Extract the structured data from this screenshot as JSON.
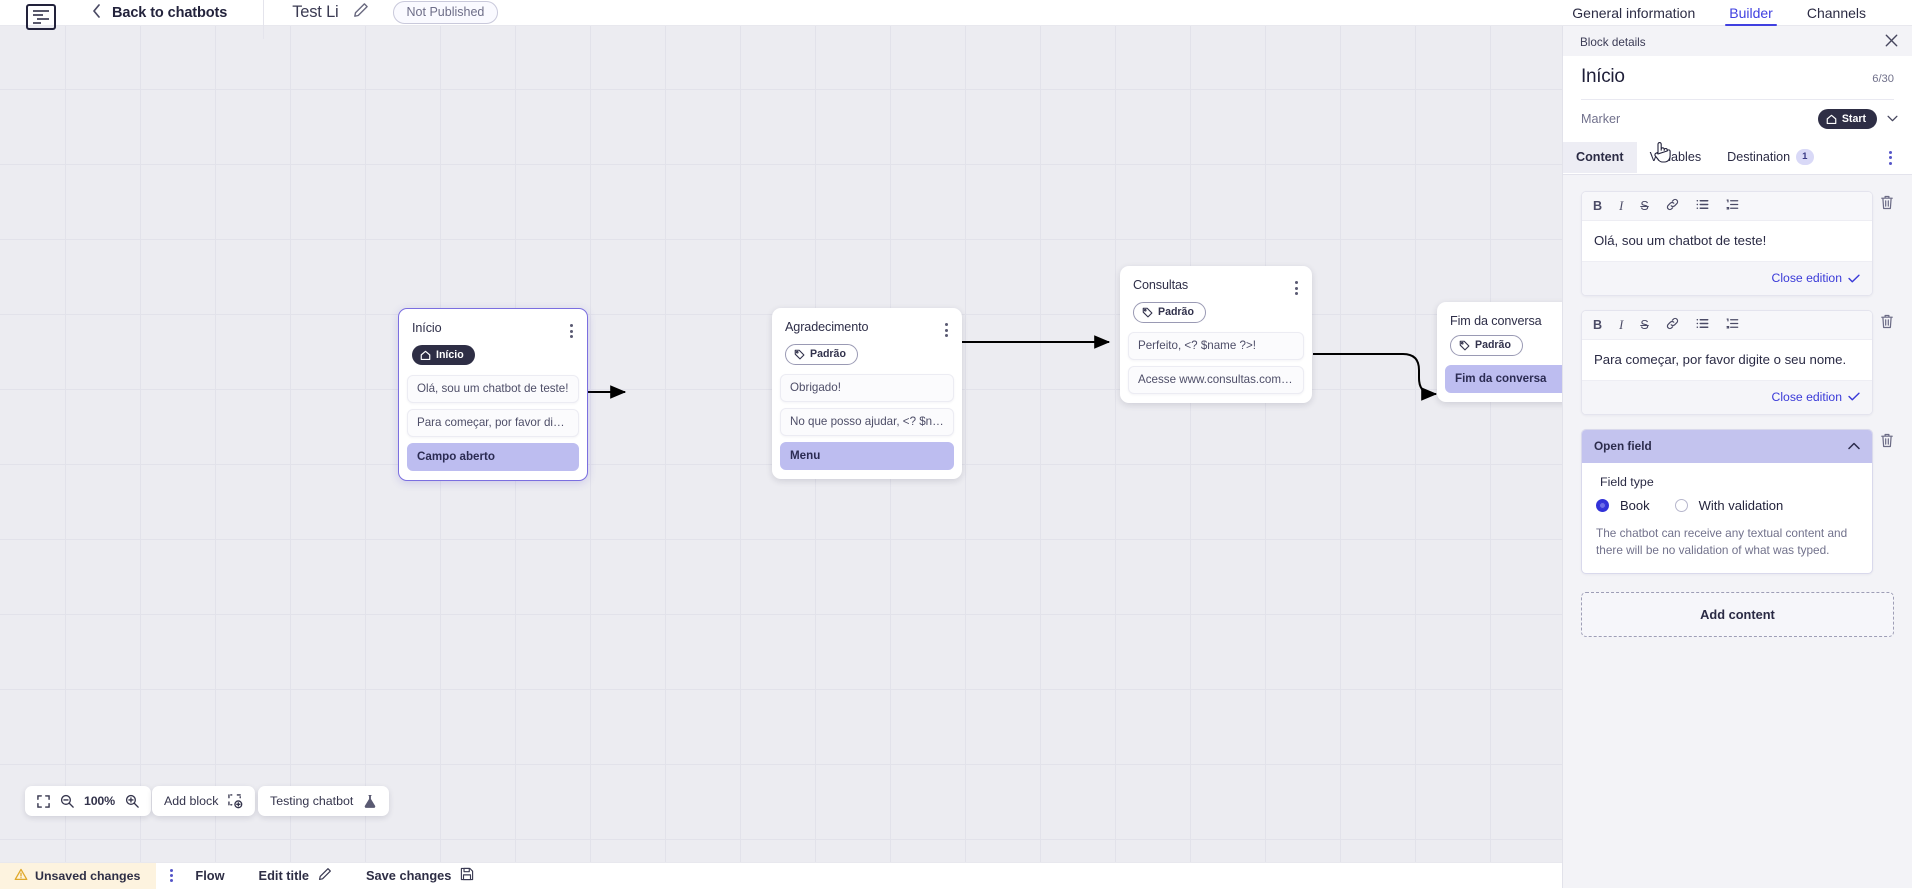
{
  "header": {
    "logo_icon": "platform-logo-icon",
    "back_chevron_icon": "chevron-left-icon",
    "back_label": "Back to chatbots",
    "bot_title": "Test Li",
    "edit_title_icon": "pencil-icon",
    "publish_status": "Not Published",
    "tabs": [
      {
        "label": "General information",
        "active": false
      },
      {
        "label": "Builder",
        "active": true
      },
      {
        "label": "Channels",
        "active": false
      }
    ]
  },
  "canvas": {
    "nodes": [
      {
        "id": "inicio",
        "title": "Início",
        "badge": {
          "label": "Início",
          "type": "start",
          "icon": "home-icon"
        },
        "selected": true,
        "messages": [
          {
            "text": "Olá, sou um chatbot de teste!",
            "highlighted": false
          },
          {
            "text": "Para começar, por favor digite o ...",
            "highlighted": false
          },
          {
            "text": "Campo aberto",
            "highlighted": true
          }
        ]
      },
      {
        "id": "agradecimento",
        "title": "Agradecimento",
        "badge": {
          "label": "Padrão",
          "type": "default",
          "icon": "tag-icon"
        },
        "selected": false,
        "messages": [
          {
            "text": "Obrigado!",
            "highlighted": false
          },
          {
            "text": "No que posso ajudar, <? $name ...",
            "highlighted": false
          },
          {
            "text": "Menu",
            "highlighted": true
          }
        ]
      },
      {
        "id": "consultas",
        "title": "Consultas",
        "badge": {
          "label": "Padrão",
          "type": "default",
          "icon": "tag-icon"
        },
        "selected": false,
        "messages": [
          {
            "text": "Perfeito, <? $name ?>!",
            "highlighted": false
          },
          {
            "text": "Acesse www.consultas.com par...",
            "highlighted": false
          }
        ]
      },
      {
        "id": "fim",
        "title": "Fim da conversa",
        "badge": {
          "label": "Padrão",
          "type": "default",
          "icon": "tag-icon"
        },
        "selected": false,
        "messages": [
          {
            "text": "Fim da conversa",
            "highlighted": true
          }
        ]
      }
    ],
    "toolbar": {
      "fit_icon": "fit-to-screen-icon",
      "zoom_out_icon": "zoom-out-icon",
      "zoom_level": "100%",
      "zoom_in_icon": "zoom-in-icon",
      "add_block_label": "Add block",
      "add_block_icon": "add-block-icon",
      "testing_label": "Testing chatbot",
      "testing_icon": "flask-icon"
    }
  },
  "statusbar": {
    "warning_icon": "warning-triangle-icon",
    "unsaved_label": "Unsaved changes",
    "kebab_icon": "kebab-menu-icon",
    "flow_label": "Flow",
    "edit_title_label": "Edit title",
    "edit_title_icon": "pencil-icon",
    "save_label": "Save changes",
    "save_icon": "save-disk-icon"
  },
  "panel": {
    "header_label": "Block details",
    "close_icon": "close-icon",
    "title": "Início",
    "counter": "6/30",
    "marker_label": "Marker",
    "marker_value": "Start",
    "marker_icon": "home-icon",
    "marker_chevron_icon": "chevron-down-icon",
    "tabs": [
      {
        "label": "Content",
        "active": true,
        "badge": ""
      },
      {
        "label": "Variables",
        "active": false,
        "badge": ""
      },
      {
        "label": "Destination",
        "active": false,
        "badge": "1"
      }
    ],
    "overflow_icon": "kebab-menu-icon",
    "rte_toolbar": [
      {
        "icon": "bold-icon",
        "glyph": "B"
      },
      {
        "icon": "italic-icon",
        "glyph": "I"
      },
      {
        "icon": "strikethrough-icon",
        "glyph": "S"
      },
      {
        "icon": "link-icon",
        "glyph": "🔗"
      },
      {
        "icon": "bulleted-list-icon",
        "glyph": "☰"
      },
      {
        "icon": "numbered-list-icon",
        "glyph": "⒈"
      }
    ],
    "editors": [
      {
        "text": "Olá, sou um chatbot de teste!",
        "close_label": "Close edition",
        "delete_icon": "trash-icon"
      },
      {
        "text": "Para começar, por favor digite o seu nome.",
        "close_label": "Close edition",
        "delete_icon": "trash-icon"
      }
    ],
    "open_field": {
      "header": "Open field",
      "collapse_icon": "chevron-up-icon",
      "delete_icon": "trash-icon",
      "legend": "Field type",
      "options": [
        {
          "label": "Book",
          "selected": true
        },
        {
          "label": "With validation",
          "selected": false
        }
      ],
      "note": "The chatbot can receive any textual content and there will be no validation of what was typed."
    },
    "add_content_label": "Add content"
  },
  "colors": {
    "accent": "#4040e0",
    "link": "#3a3ad8",
    "highlight": "#bdbdf0",
    "panel_header": "#c3c3ee",
    "warning_bg": "#fdf3df",
    "badge_dark": "#2e2e45"
  }
}
